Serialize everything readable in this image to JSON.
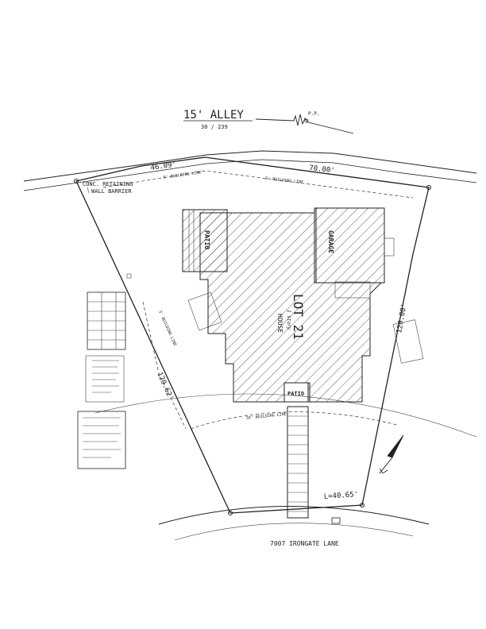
{
  "labels": {
    "alley": "15' ALLEY",
    "alley_ref": "30 / 239",
    "pp": "P.P.",
    "front_dim": "70.00'",
    "rear_dim": "46.09'",
    "left_dim": "120.62'",
    "right_dim": "120.00'",
    "arc_dim": "L=40.65'",
    "retaining_wall": [
      "CONC. RETAINING",
      "WALL BARRIER"
    ],
    "lot": "LOT 21",
    "house": "HOUSE",
    "stories": "1 story",
    "garage": "GARAGE",
    "patio_rear": "PATIO",
    "patio_front": "PATIO",
    "address": "7007 IRONGATE LANE",
    "building_line_5_top": "5' BUILDING LINE",
    "building_line_5_mid": "5' BUILDING LINE",
    "building_line_5_left": "5' BUILDING LINE",
    "building_line_30": "30' BUILDING LINE"
  },
  "colors": {
    "ink": "#222222",
    "paper": "#ffffff"
  },
  "icons": {
    "north_arrow": "north-arrow-icon"
  }
}
